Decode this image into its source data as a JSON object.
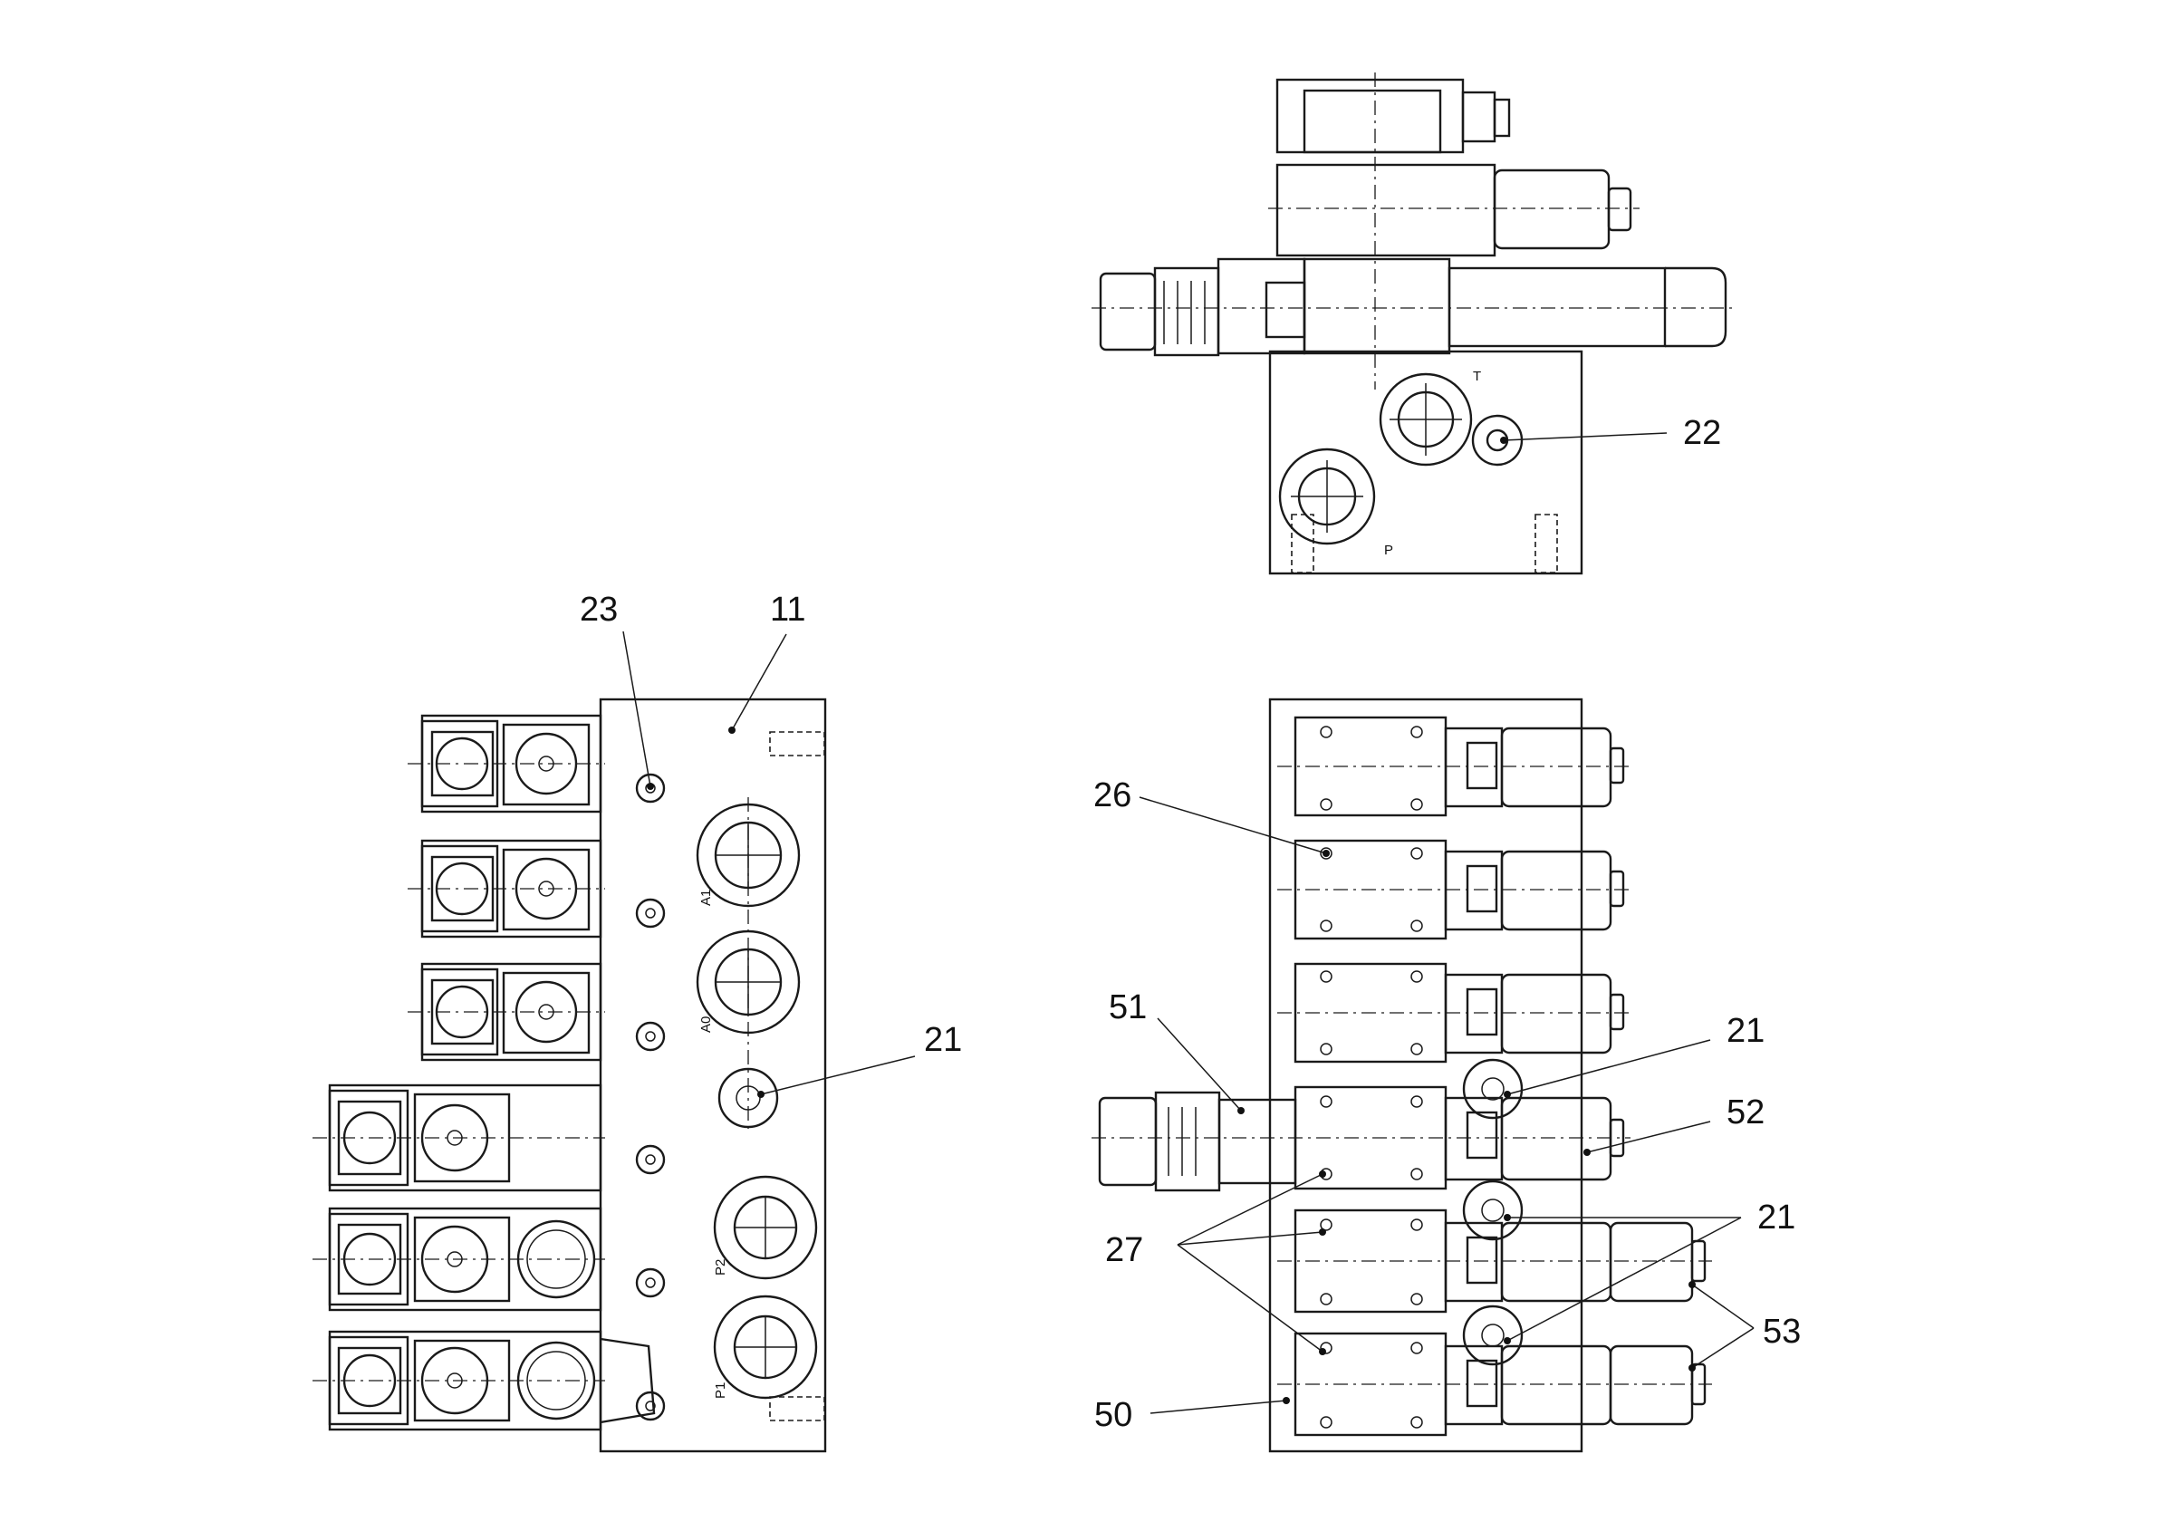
{
  "callouts": {
    "c11": "11",
    "c21a": "21",
    "c21b": "21",
    "c21c": "21",
    "c22": "22",
    "c23": "23",
    "c26": "26",
    "c27": "27",
    "c50": "50",
    "c51": "51",
    "c52": "52",
    "c53": "53"
  },
  "port_labels": {
    "top_t": "T",
    "top_p": "P",
    "a1": "A1",
    "a0": "A0",
    "p2": "P2",
    "p1": "P1"
  }
}
